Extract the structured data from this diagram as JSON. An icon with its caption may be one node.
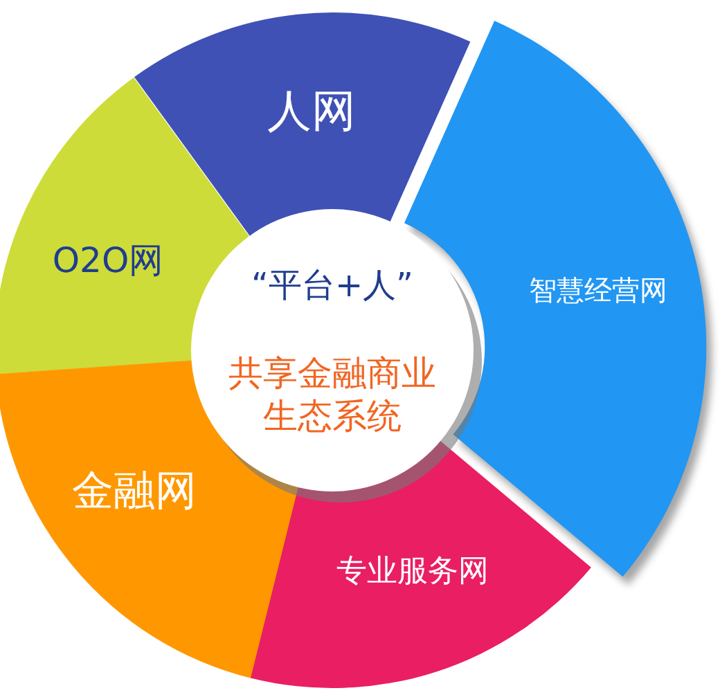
{
  "diagram": {
    "nodes": [
      {
        "text": [
          "人网"
        ]
      },
      {
        "text": [
          "O2O网"
        ]
      },
      {
        "text": [
          "智慧经营网"
        ]
      },
      {
        "text": [
          "“平台+人”",
          "共享金融商业生态系统"
        ]
      },
      {
        "text": [
          "金融网"
        ]
      },
      {
        "text": [
          "专业服务网"
        ]
      }
    ]
  }
}
